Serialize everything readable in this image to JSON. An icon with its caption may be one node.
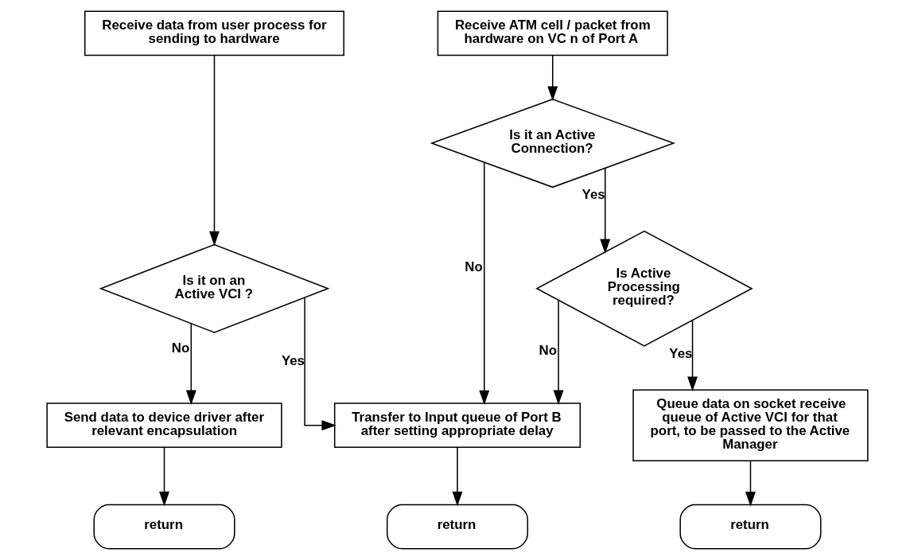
{
  "diagram": {
    "nodes": [
      {
        "text": [
          "Receive data from user process for sending to hardware"
        ]
      },
      {
        "text": [
          "Is it on an Active VCI ?"
        ]
      },
      {
        "text": [
          "Send data to device driver after relevant encapsulation"
        ]
      },
      {
        "text": [
          "return"
        ]
      },
      {
        "text": [
          "Receive ATM cell / packet from hardware on VC n of Port A"
        ]
      },
      {
        "text": [
          "Is it an Active Connection?"
        ]
      },
      {
        "text": [
          "Is Active Processing required?"
        ]
      },
      {
        "text": [
          "Transfer to Input queue of Port B after setting appropriate delay"
        ]
      },
      {
        "text": [
          "return"
        ]
      },
      {
        "text": [
          "Queue data on socket receive queue of Active VCI for that port, to be passed to the Active Manager"
        ]
      },
      {
        "text": [
          "return"
        ]
      }
    ],
    "edges": [
      {
        "from": 0,
        "to": 1,
        "arrow": "to"
      },
      {
        "from": 1,
        "to": 2,
        "arrow": "to",
        "label": "No"
      },
      {
        "from": 1,
        "to": 7,
        "arrow": "to",
        "label": "Yes"
      },
      {
        "from": 2,
        "to": 3,
        "arrow": "to"
      },
      {
        "from": 4,
        "to": 5,
        "arrow": "to"
      },
      {
        "from": 5,
        "to": 7,
        "arrow": "to",
        "label": "No"
      },
      {
        "from": 5,
        "to": 6,
        "arrow": "to",
        "label": "Yes"
      },
      {
        "from": 6,
        "to": 7,
        "arrow": "to",
        "label": "No"
      },
      {
        "from": 6,
        "to": 9,
        "arrow": "to",
        "label": "Yes"
      },
      {
        "from": 7,
        "to": 8,
        "arrow": "to"
      },
      {
        "from": 9,
        "to": 10,
        "arrow": "to"
      }
    ]
  }
}
